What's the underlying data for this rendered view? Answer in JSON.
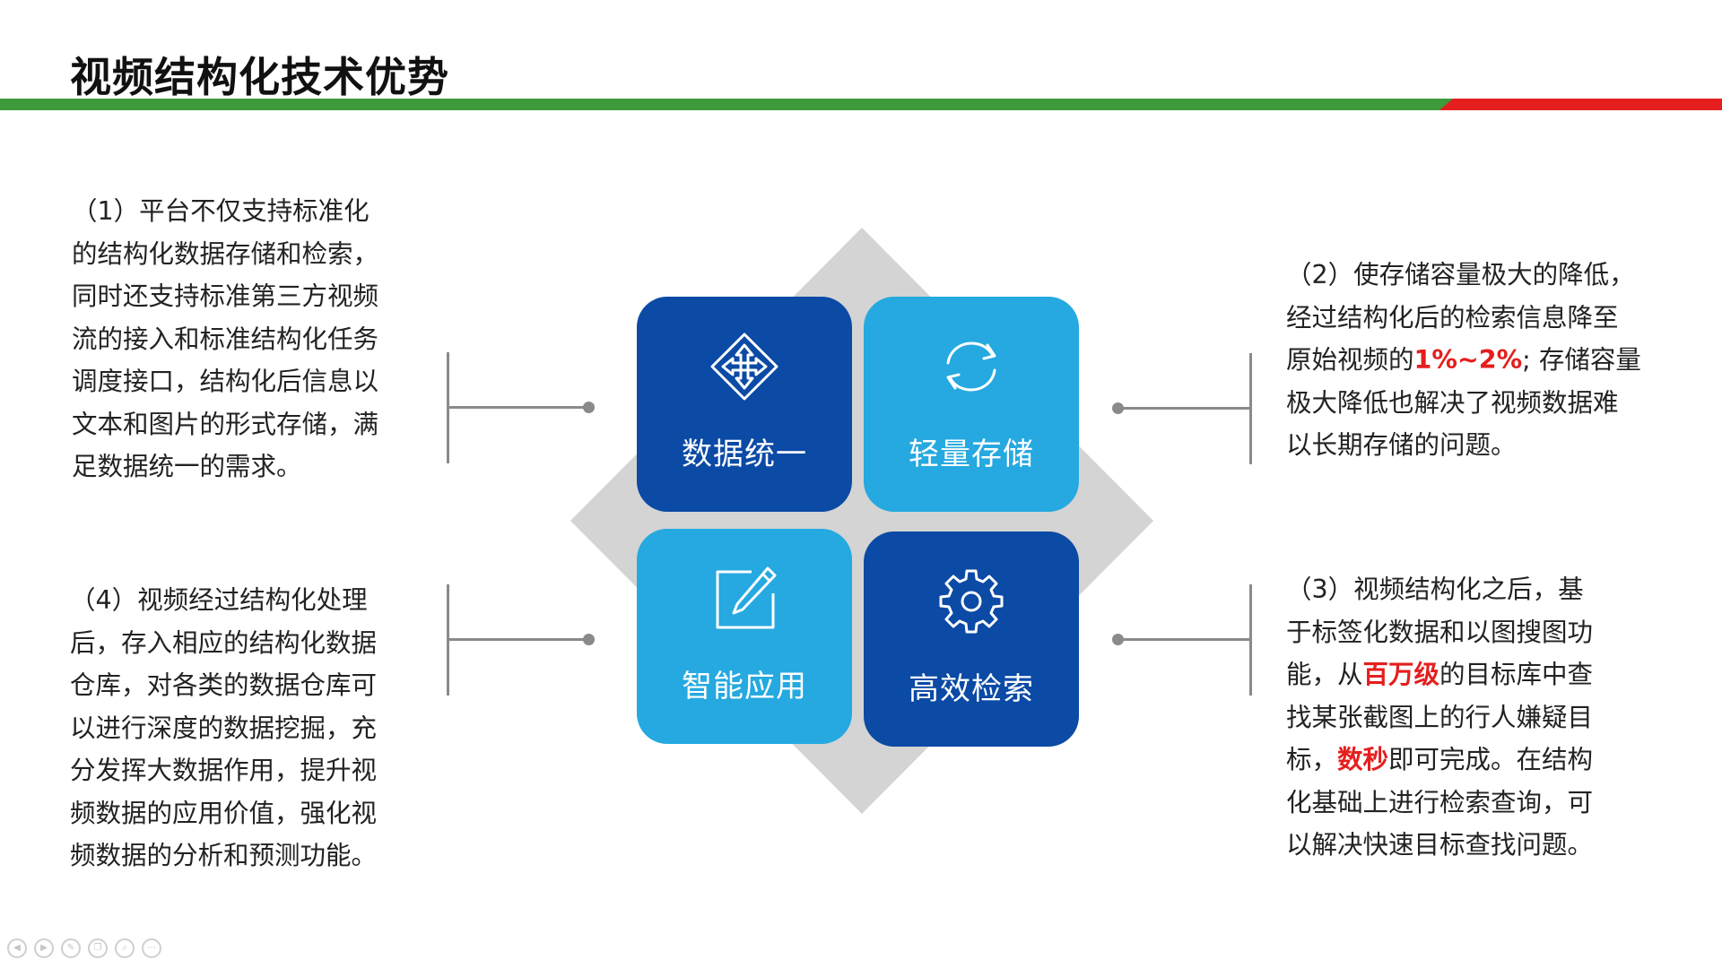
{
  "title": "视频结构化技术优势",
  "colors": {
    "green": "#3e9a3b",
    "red": "#e51e1e",
    "tile_dark": "#0b4aa5",
    "tile_light": "#25a9e0",
    "diamond": "#d4d4d4"
  },
  "blocks": {
    "b1": {
      "lines": [
        "（1）平台不仅支持标准化",
        "的结构化数据存储和检索，",
        "同时还支持标准第三方视频",
        "流的接入和标准结构化任务",
        "调度接口，结构化后信息以",
        "文本和图片的形式存储，满",
        "足数据统一的需求。"
      ]
    },
    "b2": {
      "line1": "（2）使存储容量极大的降低，",
      "line2": "经过结构化后的检索信息降至",
      "line3_pre": "原始视频的",
      "line3_hl": "1%~2%",
      "line3_post": "; 存储容量",
      "line4": "极大降低也解决了视频数据难",
      "line5": "以长期存储的问题。"
    },
    "b3": {
      "line1": "（3）视频结构化之后，基",
      "line2": "于标签化数据和以图搜图功",
      "line3_pre": "能，从",
      "line3_hl": "百万级",
      "line3_post": "的目标库中查",
      "line4": "找某张截图上的行人嫌疑目",
      "line5_pre": "标，",
      "line5_hl": "数秒",
      "line5_post": "即可完成。在结构",
      "line6": "化基础上进行检索查询，可",
      "line7": "以解决快速目标查找问题。"
    },
    "b4": {
      "lines": [
        "（4）视频经过结构化处理",
        "后，存入相应的结构化数据",
        "仓库，对各类的数据仓库可",
        "以进行深度的数据挖掘，充",
        "分发挥大数据作用，提升视",
        "频数据的应用价值，强化视",
        "频数据的分析和预测功能。"
      ]
    }
  },
  "tiles": [
    {
      "label": "数据统一",
      "icon": "move-arrows-icon"
    },
    {
      "label": "轻量存储",
      "icon": "refresh-icon"
    },
    {
      "label": "智能应用",
      "icon": "edit-icon"
    },
    {
      "label": "高效检索",
      "icon": "gear-icon"
    }
  ],
  "nav": [
    "prev-icon",
    "next-icon",
    "pen-icon",
    "copy-icon",
    "zoom-icon",
    "more-icon"
  ]
}
